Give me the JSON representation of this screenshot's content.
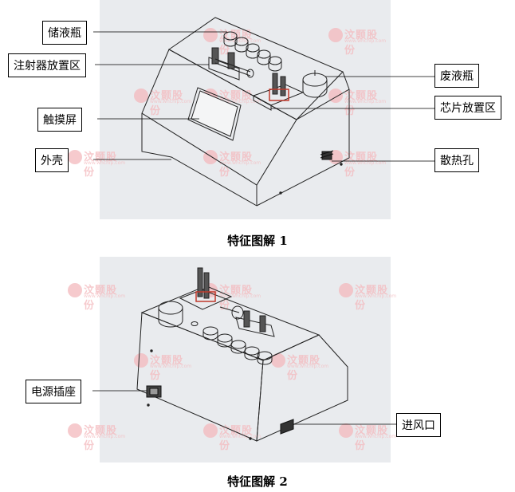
{
  "figure1": {
    "caption": "特征图解 1",
    "labels": {
      "bottle": "储液瓶",
      "syringe": "注射器放置区",
      "screen": "触摸屏",
      "shell": "外壳",
      "waste": "废液瓶",
      "chip": "芯片放置区",
      "vent": "散热孔"
    }
  },
  "figure2": {
    "caption": "特征图解 2",
    "labels": {
      "power": "电源插座",
      "inlet": "进风口"
    }
  },
  "watermark": {
    "text": "汶颢股份",
    "sub": "www.whchip.com"
  },
  "colors": {
    "panel_bg": "#e9ebee",
    "line": "#000000",
    "watermark": "#f4b9bd"
  }
}
